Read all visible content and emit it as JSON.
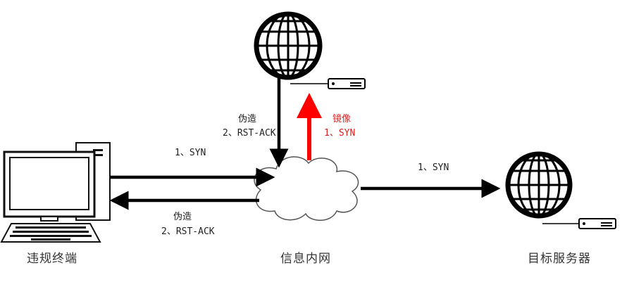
{
  "nodes": {
    "terminal": {
      "label": "违规终端"
    },
    "intranet": {
      "label": "信息内网"
    },
    "target": {
      "label": "目标服务器"
    }
  },
  "edges": {
    "syn_to_cloud": {
      "label": "1、SYN"
    },
    "rst_back_to_terminal": {
      "line1": "伪造",
      "line2": "2、RST-ACK"
    },
    "rst_from_internet": {
      "line1": "伪造",
      "line2": "2、RST-ACK"
    },
    "mirror_up": {
      "line1": "镜像",
      "line2": "1、SYN"
    },
    "syn_to_server": {
      "label": "1、SYN"
    }
  },
  "colors": {
    "arrow": "#000000",
    "mirror": "#ff0000",
    "label_red": "#e02020"
  },
  "icons": [
    "computer-icon",
    "globe-icon",
    "cloud-icon",
    "probe-device-icon"
  ]
}
